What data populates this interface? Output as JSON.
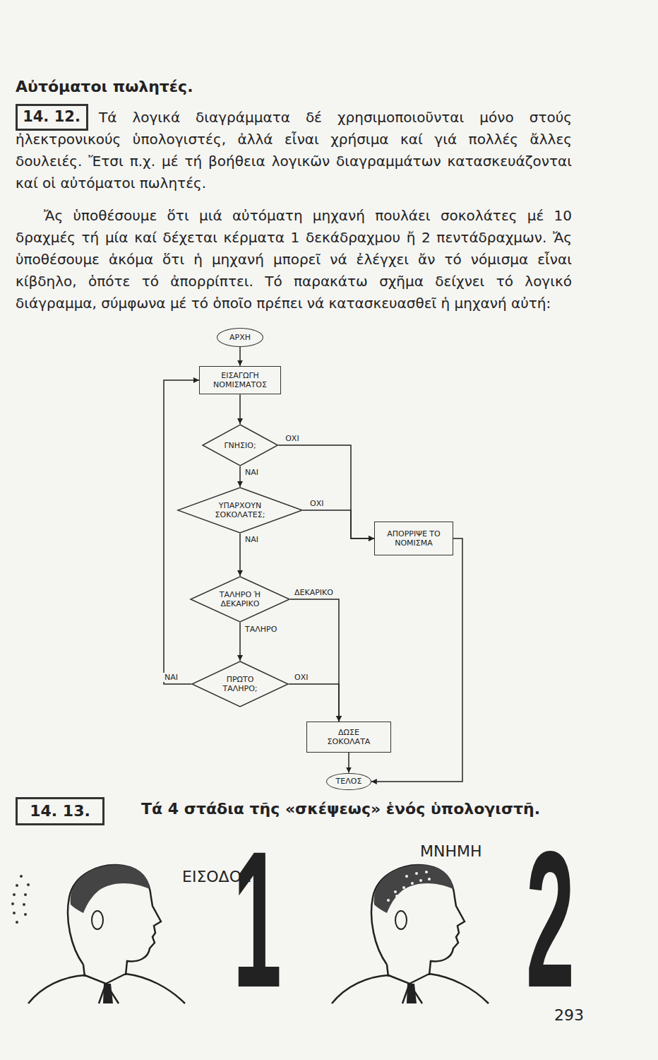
{
  "diagram": {
    "title": "Αὐτόματοι πωλητές.",
    "nodes": [
      {
        "text": [
          "14. 12."
        ]
      },
      {
        "text": [
          "ΑΡΧΗ"
        ]
      },
      {
        "text": [
          "ΕΙΣΑΓΩΓΗ ΝΟΜΙΣΜΑΤΟΣ"
        ]
      },
      {
        "text": [
          "ΓΝΗΣΙΟ;"
        ]
      },
      {
        "text": [
          "ΥΠΑΡΧΟΥΝ ΣΟΚΟΛΑΤΕΣ;"
        ]
      },
      {
        "text": [
          "ΑΠΟΡΡΙΨΕ ΤΟ ΝΟΜΙΣΜΑ"
        ]
      },
      {
        "text": [
          "ΤΑΛΗΡΟ Ή ΔΕΚΑΡΙΚΟ"
        ]
      },
      {
        "text": [
          "ΠΡΩΤΟ ΤΑΛΗΡΟ;"
        ]
      },
      {
        "text": [
          "ΔΩΣΕ ΣΟΚΟΛΑΤΑ"
        ]
      },
      {
        "text": [
          "ΤΕΛΟΣ"
        ]
      },
      {
        "text": [
          "14. 13."
        ]
      }
    ],
    "edges": [
      {
        "from": 1,
        "to": 2,
        "arrow": "to"
      },
      {
        "from": 2,
        "to": 3,
        "arrow": "to"
      },
      {
        "from": 3,
        "to": 5,
        "label": "ΟΧΙ",
        "arrow": "to"
      },
      {
        "from": 3,
        "to": 4,
        "label": "ΝΑΙ",
        "arrow": "to"
      },
      {
        "from": 4,
        "to": 5,
        "label": "ΟΧΙ",
        "arrow": "to"
      },
      {
        "from": 4,
        "to": 6,
        "label": "ΝΑΙ",
        "arrow": "to"
      },
      {
        "from": 6,
        "to": 8,
        "label": "ΔΕΚΑΡΙΚΟ",
        "arrow": "to"
      },
      {
        "from": 6,
        "to": 7,
        "label": "ΤΑΛΗΡΟ",
        "arrow": "to"
      },
      {
        "from": 7,
        "to": 2,
        "label": "ΝΑΙ",
        "arrow": "to"
      },
      {
        "from": 7,
        "to": 8,
        "label": "ΟΧΙ",
        "arrow": "to"
      },
      {
        "from": 8,
        "to": 9,
        "arrow": "to"
      },
      {
        "from": 5,
        "to": 9,
        "arrow": "to"
      }
    ],
    "labels": [
      "Τά λογικά διαγράμματα δέ χρησιμοποιοῦνται μόνο στούς ἠλεκτρονικούς ὑπολογιστές, ἀλλά εἶναι χρήσιμα καί γιά πολλές ἄλλες δουλειές. Ἔτσι π.χ. μέ τή βοήθεια λογικῶν διαγραμμάτων κατασκευάζονται καί οἱ αὐτόματοι πωλητές.",
      "Ἄς ὑποθέσουμε ὅτι μιά αὐτόματη μηχανή πουλάει σοκολάτες μέ 10 δραχμές τή μία καί δέχεται κέρματα 1 δεκάδραχμου ἤ 2 πεντάδραχμων. Ἄς ὑποθέσουμε ἀκόμα ὅτι ἡ μηχανή μπορεῖ νά ἐλέγχει ἄν τό νόμισμα εἶναι κίβδηλο, ὁπότε τό ἀπορρίπτει. Τό παρακάτω σχῆμα δείχνει τό λογικό διάγραμμα, σύμφωνα μέ τό ὁποῖο πρέπει νά κατασκευασθεῖ ἡ μηχανή αὐτή:",
      "Τά 4 στάδια τῆς «σκέψεως» ἑνός ὑπολογιστῆ.",
      "ΕΙΣΟΔΟΣ",
      "1",
      "ΜΝΗΜΗ",
      "2",
      "293"
    ]
  }
}
